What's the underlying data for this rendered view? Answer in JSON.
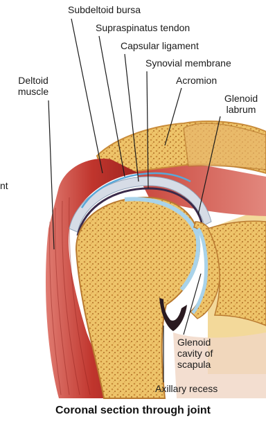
{
  "labels": {
    "subdeltoid_bursa": "Subdeltoid bursa",
    "supraspinatus_tendon": "Supraspinatus tendon",
    "capsular_ligament": "Capsular ligament",
    "synovial_membrane": "Synovial membrane",
    "acromion": "Acromion",
    "deltoid_line1": "Deltoid",
    "deltoid_line2": "muscle",
    "glenoid_labrum_line1": "Glenoid",
    "glenoid_labrum_line2": "labrum",
    "truncated_left": "nt",
    "glenoid_cavity_line1": "Glenoid",
    "glenoid_cavity_line2": "cavity of",
    "glenoid_cavity_line3": "scapula",
    "axillary_recess": "Axillary recess"
  },
  "caption": "Coronal section through joint",
  "colors": {
    "muscle": "#c0352d",
    "muscle_light": "#e0817a",
    "bone": "#f0c56a",
    "bone_dark": "#d7a04c",
    "cartilage": "#a9d3ea",
    "capsule": "#d6dce6",
    "synovial": "#3a2a4a",
    "leader": "#1a1a1a"
  }
}
